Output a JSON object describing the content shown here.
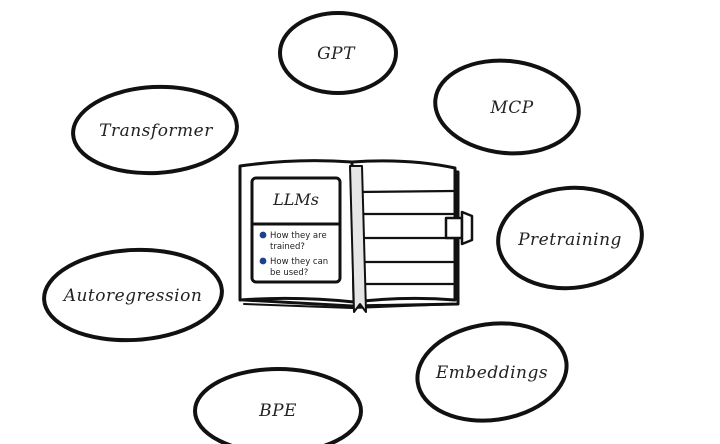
{
  "nodes": {
    "gpt": "GPT",
    "transformer": "Transformer",
    "mcp": "MCP",
    "pretraining": "Pretraining",
    "autoregression": "Autoregression",
    "embeddings": "Embeddings",
    "bpe": "BPE"
  },
  "book": {
    "title": "LLMs",
    "points": [
      {
        "line1": "How they are",
        "line2": "trained?"
      },
      {
        "line1": "How they can",
        "line2": "be used?"
      }
    ]
  },
  "colors": {
    "ink": "#111111",
    "bullet": "#1f3f8f",
    "page_fill": "#ffffff",
    "bookmark_fill": "#e6e6e6"
  }
}
